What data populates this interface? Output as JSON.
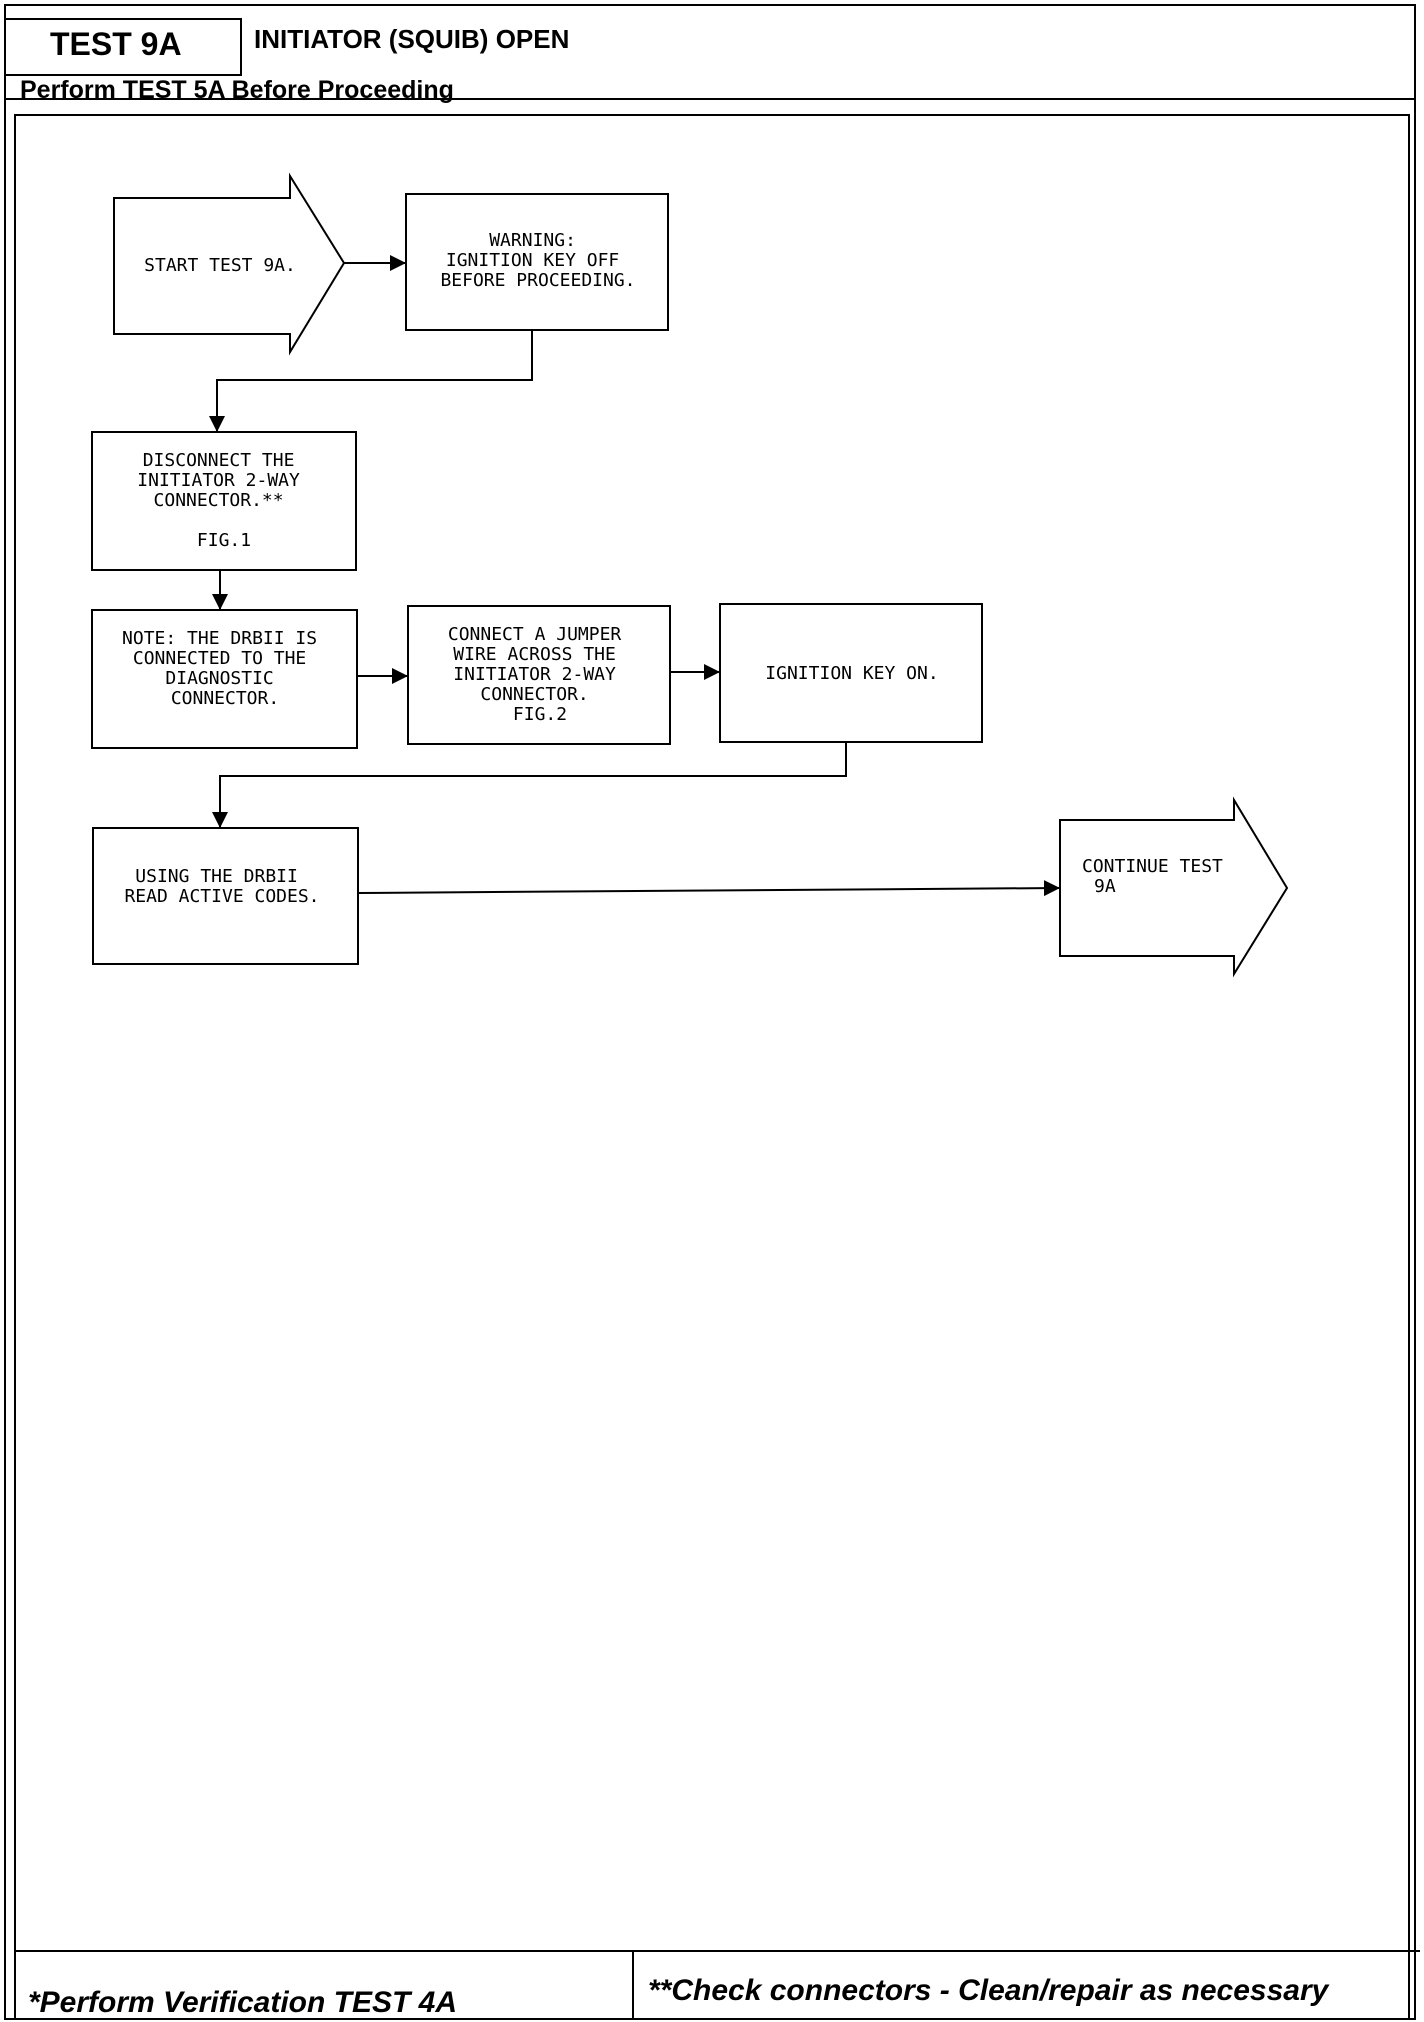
{
  "header": {
    "test_id": "TEST 9A",
    "title": "INITIATOR (SQUIB) OPEN",
    "prerequisite": "Perform TEST 5A Before Proceeding"
  },
  "flowchart": {
    "start": [
      "START TEST 9A."
    ],
    "warning": [
      "WARNING:",
      "IGNITION KEY OFF",
      "BEFORE PROCEEDING."
    ],
    "disconnect": [
      "DISCONNECT THE",
      "INITIATOR 2-WAY",
      "CONNECTOR.**",
      "",
      "FIG.1"
    ],
    "note": [
      "NOTE: THE DRBII IS",
      "CONNECTED TO THE",
      "DIAGNOSTIC",
      "CONNECTOR."
    ],
    "jumper": [
      "CONNECT A JUMPER",
      "WIRE ACROSS THE",
      "INITIATOR 2-WAY",
      "CONNECTOR.",
      "FIG.2"
    ],
    "ignition_on": [
      "IGNITION KEY ON."
    ],
    "read_codes": [
      "USING THE DRBII",
      "READ ACTIVE CODES."
    ],
    "continue": [
      "CONTINUE TEST",
      "9A"
    ]
  },
  "footer": {
    "left": "*Perform Verification  TEST 4A",
    "right": "**Check connectors - Clean/repair as necessary"
  }
}
